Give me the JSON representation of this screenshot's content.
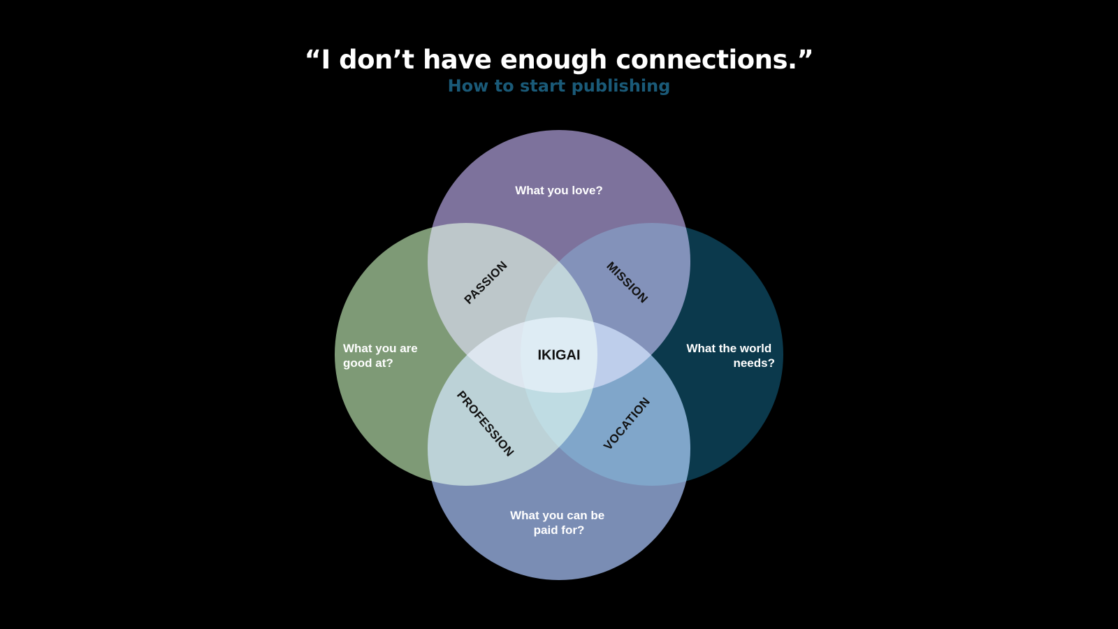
{
  "header": {
    "title": "“I don’t have enough connections.”",
    "subtitle": "How to start publishing"
  },
  "colors": {
    "background": "#000000",
    "title": "#ffffff",
    "subtitle": "#1a5a78",
    "circle_love": "#7d729c",
    "circle_good": "#7e9a76",
    "circle_world": "#0b394c",
    "circle_paid": "#7a8db4"
  },
  "diagram": {
    "circles": {
      "love": {
        "label": "What you love?"
      },
      "good": {
        "label_line1": "What you are",
        "label_line2": "good at?"
      },
      "world": {
        "label_line1": "What the world",
        "label_line2": "needs?"
      },
      "paid": {
        "label_line1": "What you can be",
        "label_line2": "paid for?"
      }
    },
    "zones": {
      "passion": "PASSION",
      "mission": "MISSION",
      "profession": "PROFESSION",
      "vocation": "VOCATION"
    },
    "center": "IKIGAI"
  }
}
